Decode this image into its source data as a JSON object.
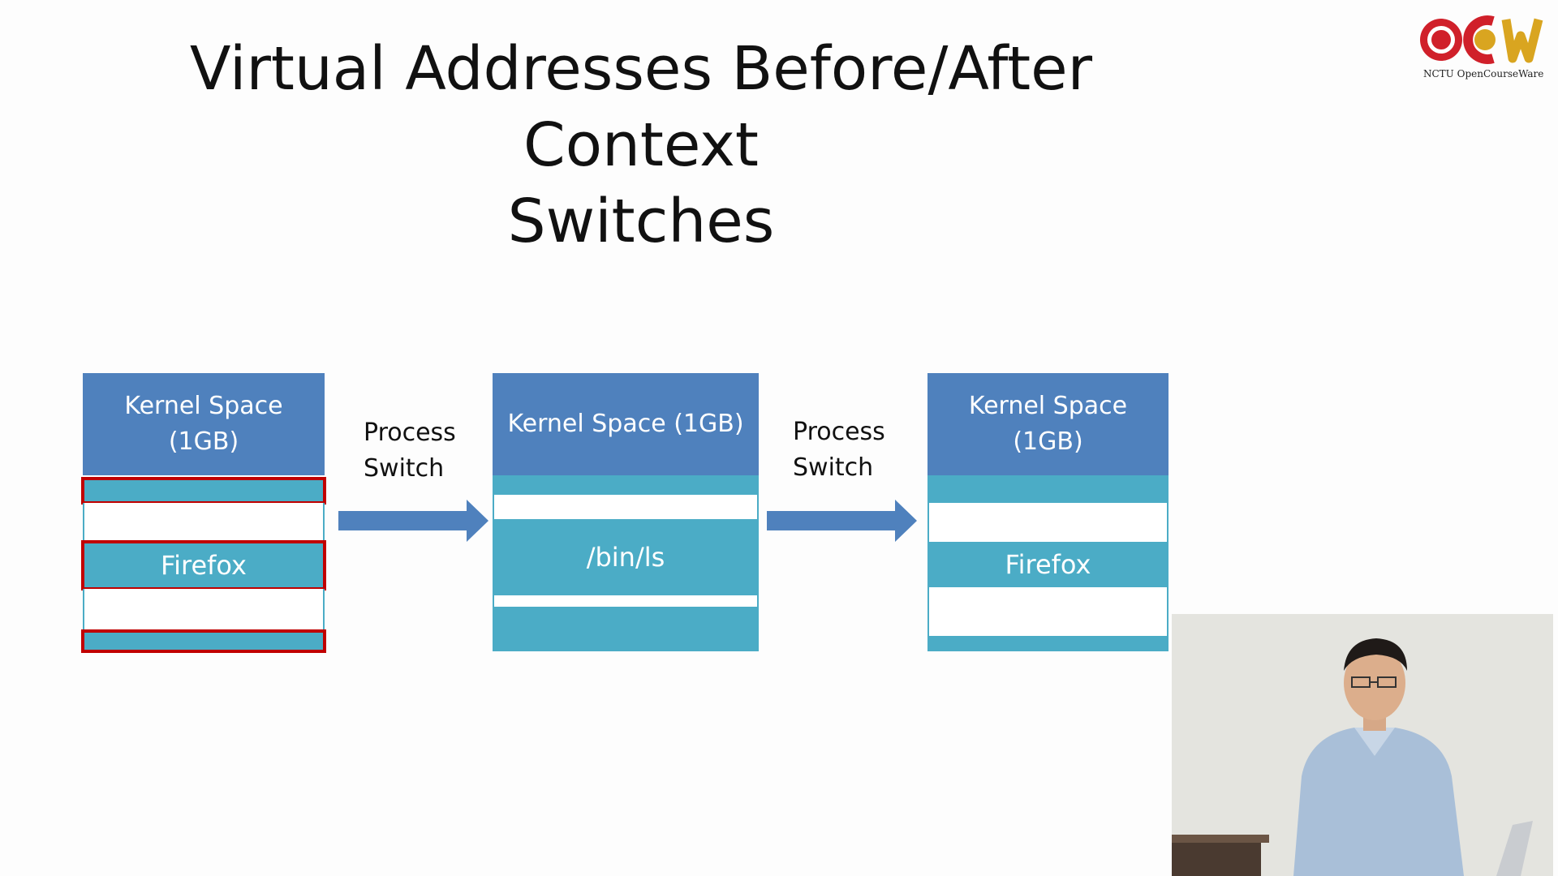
{
  "slide": {
    "title_line1": "Virtual Addresses Before/After Context",
    "title_line2": "Switches"
  },
  "diagram": {
    "column1": {
      "kernel": "Kernel Space\n(1GB)",
      "process": "Firefox"
    },
    "column2": {
      "kernel": "Kernel Space (1GB)",
      "process": "/bin/ls"
    },
    "column3": {
      "kernel": "Kernel Space\n(1GB)",
      "process": "Firefox"
    },
    "arrow1_label": "Process\nSwitch",
    "arrow2_label": "Process\nSwitch"
  },
  "logo": {
    "name": "ocw-logo",
    "caption": "NCTU OpenCourseWare"
  },
  "colors": {
    "kernel": "#4f81bd",
    "segment": "#4bacc6",
    "highlight": "#c00000",
    "arrow": "#4f81bd"
  }
}
